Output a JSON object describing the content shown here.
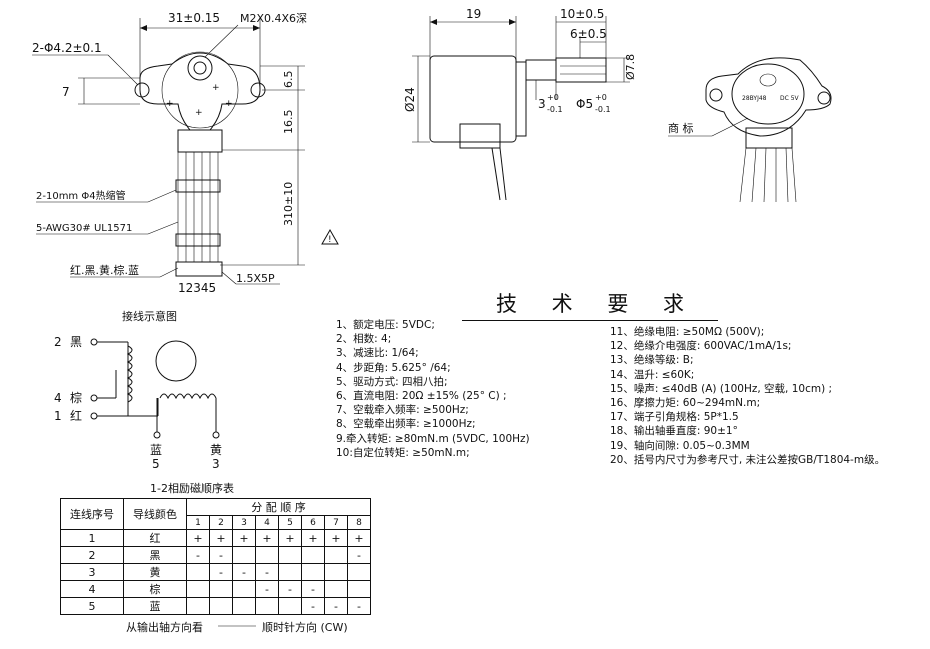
{
  "front_view": {
    "dim_width": "31±0.15",
    "dim_thread": "M2X0.4X6深",
    "dim_holes": "2-Φ4.2±0.1",
    "dim_7": "7",
    "dim_65": "6.5",
    "dim_165": "16.5",
    "dim_310": "310±10",
    "label_sleeve": "2-10mm  Φ4热缩管",
    "label_wire": "5-AWG30#  UL1571",
    "label_colors": "红.黑.黄.棕.蓝",
    "label_pins": "12345",
    "label_connector": "1.5X5P"
  },
  "side_view": {
    "dim_19": "19",
    "dim_10": "10±0.5",
    "dim_6": "6±0.5",
    "dim_d24": "Ø24",
    "dim_d78": "Ø7.8",
    "dim_3": "3",
    "dim_3_tol_top": "+0",
    "dim_3_tol_bot": "-0.1",
    "dim_5": "Φ5",
    "dim_5_tol_top": "+0",
    "dim_5_tol_bot": "-0.1"
  },
  "iso_view": {
    "label_logo": "商 标",
    "nameplate_model": "28BYJ48",
    "nameplate_voltage": "DC 5V"
  },
  "wiring": {
    "title": "接线示意图",
    "left_labels": [
      {
        "num": "2",
        "color": "黑"
      },
      {
        "num": "4",
        "color": "棕"
      },
      {
        "num": "1",
        "color": "红"
      }
    ],
    "bottom_labels": [
      {
        "color": "蓝",
        "num": "5"
      },
      {
        "color": "黄",
        "num": "3"
      }
    ]
  },
  "sequence_table": {
    "title": "1-2相励磁顺序表",
    "col_wire_no": "连线序号",
    "col_wire_color": "导线颜色",
    "col_order": "分 配 顺 序",
    "steps": [
      "1",
      "2",
      "3",
      "4",
      "5",
      "6",
      "7",
      "8"
    ],
    "rows": [
      {
        "no": "1",
        "color": "红",
        "cells": [
          "+",
          "+",
          "+",
          "+",
          "+",
          "+",
          "+",
          "+"
        ]
      },
      {
        "no": "2",
        "color": "黑",
        "cells": [
          "-",
          "-",
          "",
          "",
          "",
          "",
          "",
          "-"
        ]
      },
      {
        "no": "3",
        "color": "黄",
        "cells": [
          "",
          "-",
          "-",
          "-",
          "",
          "",
          "",
          ""
        ]
      },
      {
        "no": "4",
        "color": "棕",
        "cells": [
          "",
          "",
          "",
          "-",
          "-",
          "-",
          "",
          ""
        ]
      },
      {
        "no": "5",
        "color": "蓝",
        "cells": [
          "",
          "",
          "",
          "",
          "",
          "-",
          "-",
          "-"
        ]
      }
    ],
    "direction_left": "从输出轴方向看",
    "direction_right": "顺时针方向 (CW)"
  },
  "specs": {
    "title": "技 术 要 求",
    "left": [
      "1、额定电压: 5VDC;",
      "2、相数: 4;",
      "3、减速比: 1/64;",
      "4、步距角: 5.625° /64;",
      "5、驱动方式: 四相八拍;",
      "6、直流电阻: 20Ω ±15% (25° C) ;",
      "7、空载牵入频率: ≥500Hz;",
      "8、空载牵出频率: ≥1000Hz;",
      "9.牵入转矩: ≥80mN.m (5VDC, 100Hz)",
      "10:自定位转矩: ≥50mN.m;"
    ],
    "right": [
      "11、绝缘电阻: ≥50MΩ (500V);",
      "12、绝缘介电强度: 600VAC/1mA/1s;",
      "13、绝缘等级: B;",
      "14、温升: ≤60K;",
      "15、噪声: ≤40dB (A) (100Hz, 空载, 10cm) ;",
      "16、摩擦力矩: 60~294mN.m;",
      "17、端子引角规格: 5P*1.5",
      "18、输出轴垂直度: 90±1°",
      "19、轴向间隙: 0.05~0.3MM",
      "20、括号内尺寸为参考尺寸, 未注公差按GB/T1804-m级。"
    ]
  }
}
